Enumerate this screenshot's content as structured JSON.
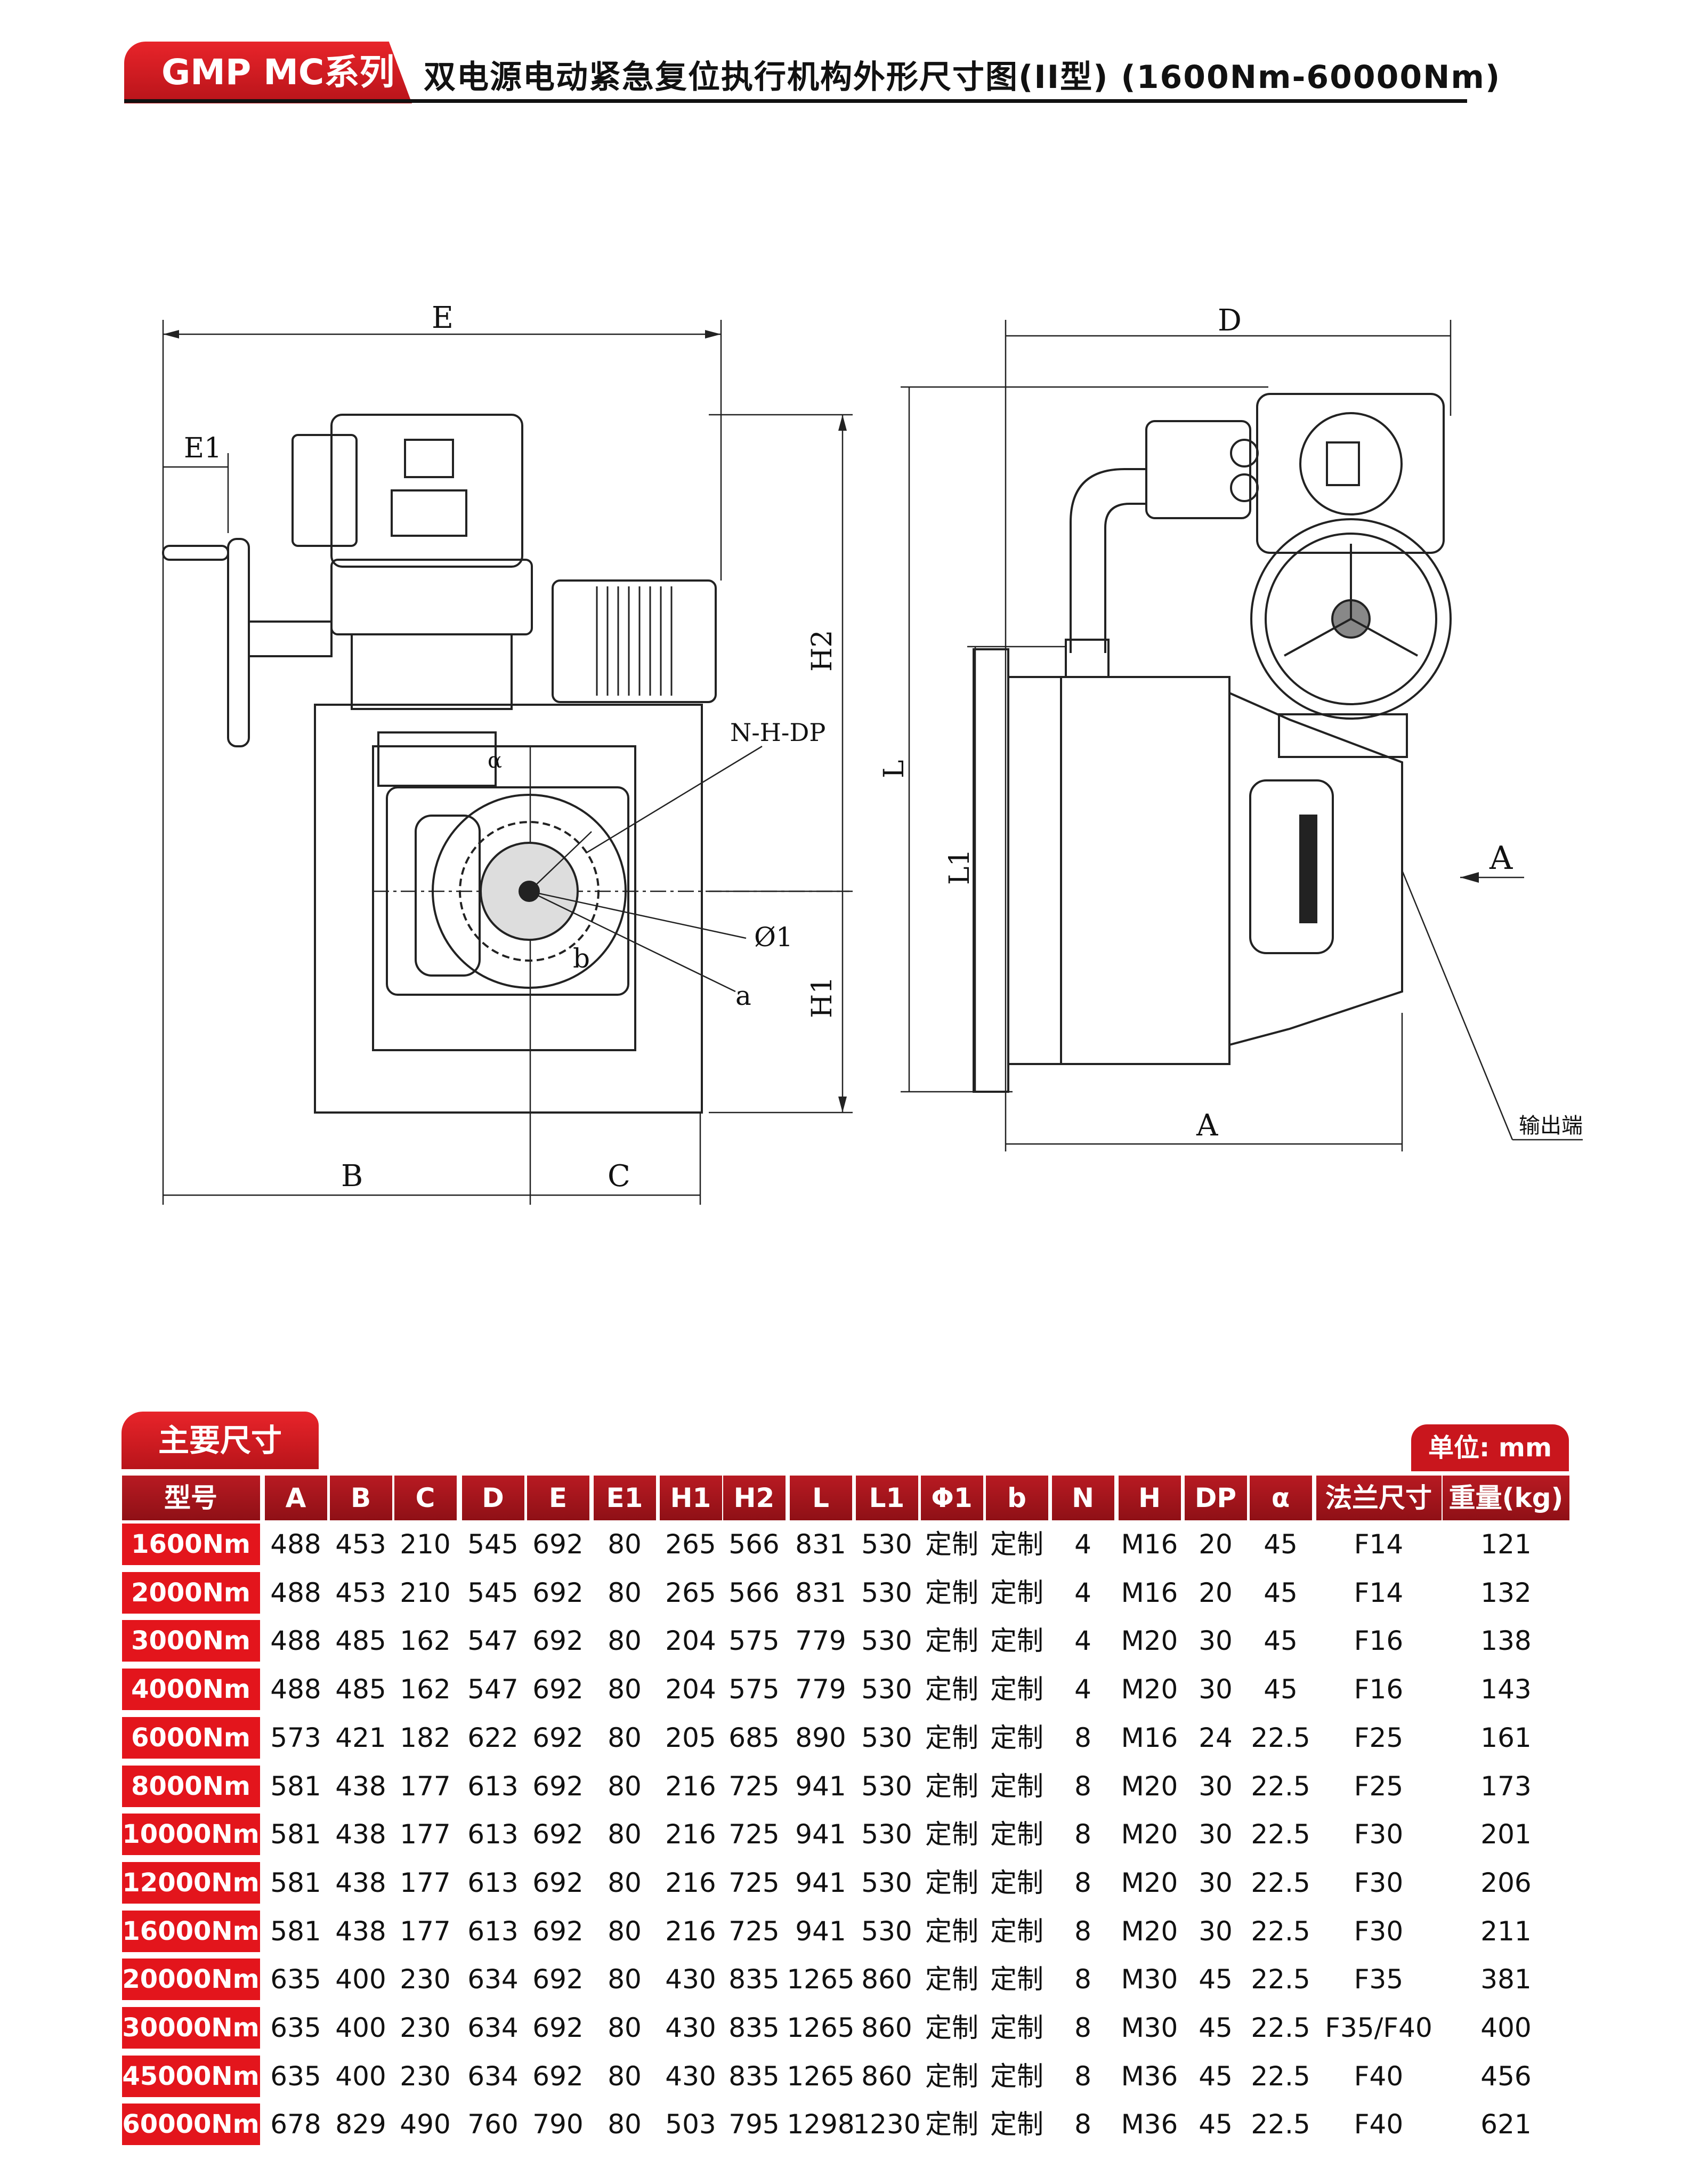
{
  "header": {
    "series": "GMP MC系列",
    "title": "双电源电动紧急复位执行机构外形尺寸图(II型) (1600Nm-60000Nm)"
  },
  "drawing": {
    "labels": {
      "E": "E",
      "E1": "E1",
      "H2": "H2",
      "H1": "H1",
      "B": "B",
      "C": "C",
      "nhdp": "N-H-DP",
      "phi1": "Ø1",
      "a": "a",
      "b": "b",
      "alpha": "α",
      "D": "D",
      "L": "L",
      "L1": "L1",
      "A": "A",
      "view_A": "A",
      "output": "输出端"
    }
  },
  "table": {
    "section_title": "主要尺寸",
    "unit": "单位: mm",
    "columns": [
      "型号",
      "A",
      "B",
      "C",
      "D",
      "E",
      "E1",
      "H1",
      "H2",
      "L",
      "L1",
      "Φ1",
      "b",
      "N",
      "H",
      "DP",
      "α",
      "法兰尺寸",
      "重量(kg)"
    ],
    "rows": [
      [
        "1600Nm",
        "488",
        "453",
        "210",
        "545",
        "692",
        "80",
        "265",
        "566",
        "831",
        "530",
        "定制",
        "定制",
        "4",
        "M16",
        "20",
        "45",
        "F14",
        "121"
      ],
      [
        "2000Nm",
        "488",
        "453",
        "210",
        "545",
        "692",
        "80",
        "265",
        "566",
        "831",
        "530",
        "定制",
        "定制",
        "4",
        "M16",
        "20",
        "45",
        "F14",
        "132"
      ],
      [
        "3000Nm",
        "488",
        "485",
        "162",
        "547",
        "692",
        "80",
        "204",
        "575",
        "779",
        "530",
        "定制",
        "定制",
        "4",
        "M20",
        "30",
        "45",
        "F16",
        "138"
      ],
      [
        "4000Nm",
        "488",
        "485",
        "162",
        "547",
        "692",
        "80",
        "204",
        "575",
        "779",
        "530",
        "定制",
        "定制",
        "4",
        "M20",
        "30",
        "45",
        "F16",
        "143"
      ],
      [
        "6000Nm",
        "573",
        "421",
        "182",
        "622",
        "692",
        "80",
        "205",
        "685",
        "890",
        "530",
        "定制",
        "定制",
        "8",
        "M16",
        "24",
        "22.5",
        "F25",
        "161"
      ],
      [
        "8000Nm",
        "581",
        "438",
        "177",
        "613",
        "692",
        "80",
        "216",
        "725",
        "941",
        "530",
        "定制",
        "定制",
        "8",
        "M20",
        "30",
        "22.5",
        "F25",
        "173"
      ],
      [
        "10000Nm",
        "581",
        "438",
        "177",
        "613",
        "692",
        "80",
        "216",
        "725",
        "941",
        "530",
        "定制",
        "定制",
        "8",
        "M20",
        "30",
        "22.5",
        "F30",
        "201"
      ],
      [
        "12000Nm",
        "581",
        "438",
        "177",
        "613",
        "692",
        "80",
        "216",
        "725",
        "941",
        "530",
        "定制",
        "定制",
        "8",
        "M20",
        "30",
        "22.5",
        "F30",
        "206"
      ],
      [
        "16000Nm",
        "581",
        "438",
        "177",
        "613",
        "692",
        "80",
        "216",
        "725",
        "941",
        "530",
        "定制",
        "定制",
        "8",
        "M20",
        "30",
        "22.5",
        "F30",
        "211"
      ],
      [
        "20000Nm",
        "635",
        "400",
        "230",
        "634",
        "692",
        "80",
        "430",
        "835",
        "1265",
        "860",
        "定制",
        "定制",
        "8",
        "M30",
        "45",
        "22.5",
        "F35",
        "381"
      ],
      [
        "30000Nm",
        "635",
        "400",
        "230",
        "634",
        "692",
        "80",
        "430",
        "835",
        "1265",
        "860",
        "定制",
        "定制",
        "8",
        "M30",
        "45",
        "22.5",
        "F35/F40",
        "400"
      ],
      [
        "45000Nm",
        "635",
        "400",
        "230",
        "634",
        "692",
        "80",
        "430",
        "835",
        "1265",
        "860",
        "定制",
        "定制",
        "8",
        "M36",
        "45",
        "22.5",
        "F40",
        "456"
      ],
      [
        "60000Nm",
        "678",
        "829",
        "490",
        "760",
        "790",
        "80",
        "503",
        "795",
        "1298",
        "1230",
        "定制",
        "定制",
        "8",
        "M36",
        "45",
        "22.5",
        "F40",
        "621"
      ]
    ]
  },
  "colors": {
    "brand_red": "#e3151c",
    "header_red": "#a5141b"
  }
}
